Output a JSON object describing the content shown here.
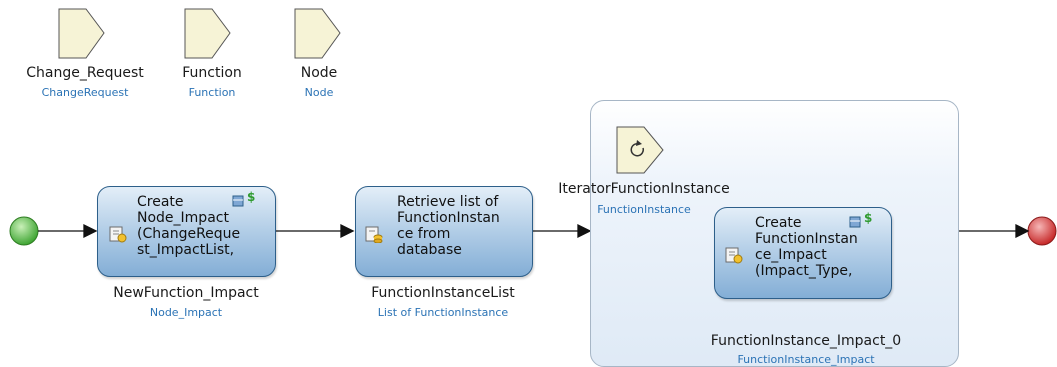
{
  "params": [
    {
      "name": "Change_Request",
      "type": "ChangeRequest"
    },
    {
      "name": "Function",
      "type": "Function"
    },
    {
      "name": "Node",
      "type": "Node"
    }
  ],
  "activities": [
    {
      "lines": [
        "Create",
        "Node_Impact",
        "(ChangeReque",
        "st_ImpactList,"
      ],
      "output_name": "NewFunction_Impact",
      "output_type": "Node_Impact"
    },
    {
      "lines": [
        "Retrieve list of",
        "FunctionInstan",
        "ce from",
        "database"
      ],
      "output_name": "FunctionInstanceList",
      "output_type": "List of FunctionInstance"
    },
    {
      "lines": [
        "Create",
        "FunctionInstan",
        "ce_Impact",
        "(Impact_Type,"
      ],
      "output_name": "FunctionInstance_Impact_0",
      "output_type": "FunctionInstance_Impact"
    }
  ],
  "iterator": {
    "name": "IteratorFunctionInstance",
    "type": "FunctionInstance"
  },
  "colors": {
    "start": "#5cc04a",
    "end": "#d63a3a",
    "activity_border": "#2d5f8a",
    "type_text": "#2b73b5"
  }
}
